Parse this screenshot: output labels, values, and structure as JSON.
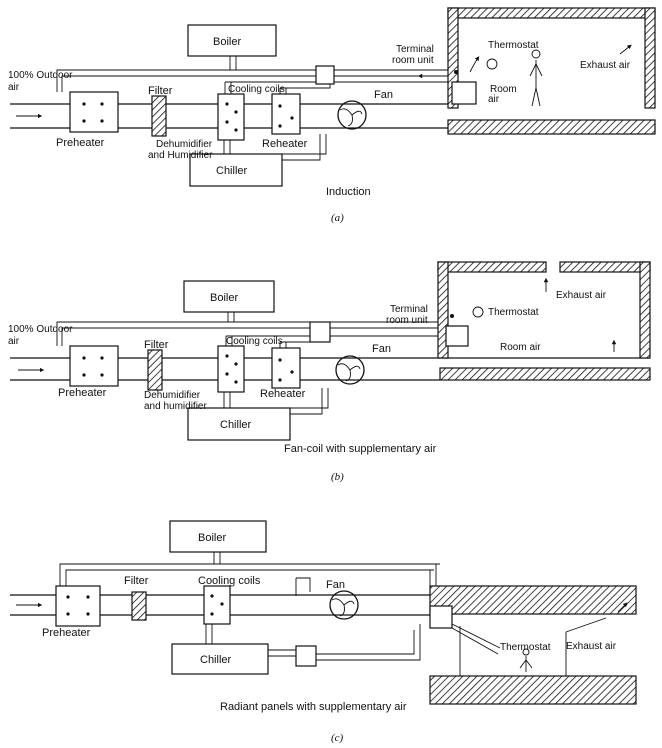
{
  "panels": {
    "a": {
      "boiler": "Boiler",
      "outdoor_air_1": "100% Outdoor",
      "outdoor_air_2": "air",
      "filter": "Filter",
      "cooling_coils": "Cooling coils",
      "terminal_1": "Terminal",
      "terminal_2": "room unit",
      "thermostat": "Thermostat",
      "exhaust_air": "Exhaust air",
      "room_air_1": "Room",
      "room_air_2": "air",
      "fan": "Fan",
      "preheater": "Preheater",
      "dehum_1": "Dehumidifier",
      "dehum_2": "and Humidifier",
      "reheater": "Reheater",
      "chiller": "Chiller",
      "caption": "Induction",
      "letter": "(a)"
    },
    "b": {
      "boiler": "Boiler",
      "outdoor_air_1": "100% Outdoor",
      "outdoor_air_2": "air",
      "filter": "Filter",
      "cooling_coils": "Cooling coils",
      "terminal_1": "Terminal",
      "terminal_2": "room unit",
      "thermostat": "Thermostat",
      "exhaust_air": "Exhaust air",
      "room_air": "Room air",
      "fan": "Fan",
      "preheater": "Preheater",
      "dehum_1": "Dehumidifier",
      "dehum_2": "and humidifier",
      "reheater": "Reheater",
      "chiller": "Chiller",
      "caption": "Fan-coil with supplementary air",
      "letter": "(b)"
    },
    "c": {
      "boiler": "Boiler",
      "filter": "Filter",
      "cooling_coils": "Cooling coils",
      "fan": "Fan",
      "preheater": "Preheater",
      "chiller": "Chiller",
      "thermostat": "Thermostat",
      "exhaust_air": "Exhaust air",
      "caption": "Radiant panels with supplementary air",
      "letter": "(c)"
    }
  }
}
